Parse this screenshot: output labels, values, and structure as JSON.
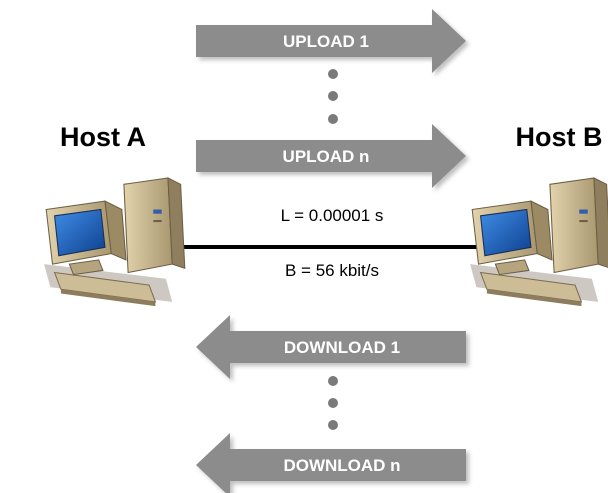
{
  "hosts": {
    "a": {
      "label": "Host A"
    },
    "b": {
      "label": "Host B"
    }
  },
  "link": {
    "latency_label": "L = 0.00001 s",
    "bandwidth_label": "B = 56 kbit/s"
  },
  "upload_arrows": [
    {
      "label": "UPLOAD 1"
    },
    {
      "label": "UPLOAD n"
    }
  ],
  "download_arrows": [
    {
      "label": "DOWNLOAD 1"
    },
    {
      "label": "DOWNLOAD n"
    }
  ],
  "colors": {
    "arrow": "#8c8c8c",
    "dots": "#7a7a7a",
    "link": "#000000",
    "case": "#c9b78e",
    "case_dark": "#9c8a64",
    "screen": "#1d62c0"
  }
}
